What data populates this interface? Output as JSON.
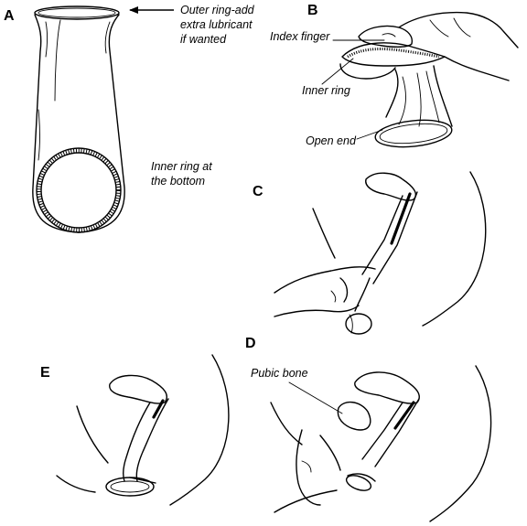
{
  "panels": {
    "a": {
      "letter": "A",
      "outer_ring_label": [
        "Outer ring-add",
        "extra lubricant",
        "if wanted"
      ],
      "inner_ring_label": [
        "Inner ring at",
        "the bottom"
      ]
    },
    "b": {
      "letter": "B",
      "index_finger_label": "Index finger",
      "inner_ring_label": "Inner ring",
      "open_end_label": "Open end"
    },
    "c": {
      "letter": "C"
    },
    "d": {
      "letter": "D",
      "pubic_bone_label": "Pubic bone"
    },
    "e": {
      "letter": "E"
    }
  },
  "colors": {
    "ink": "#000000",
    "paper": "#ffffff"
  }
}
